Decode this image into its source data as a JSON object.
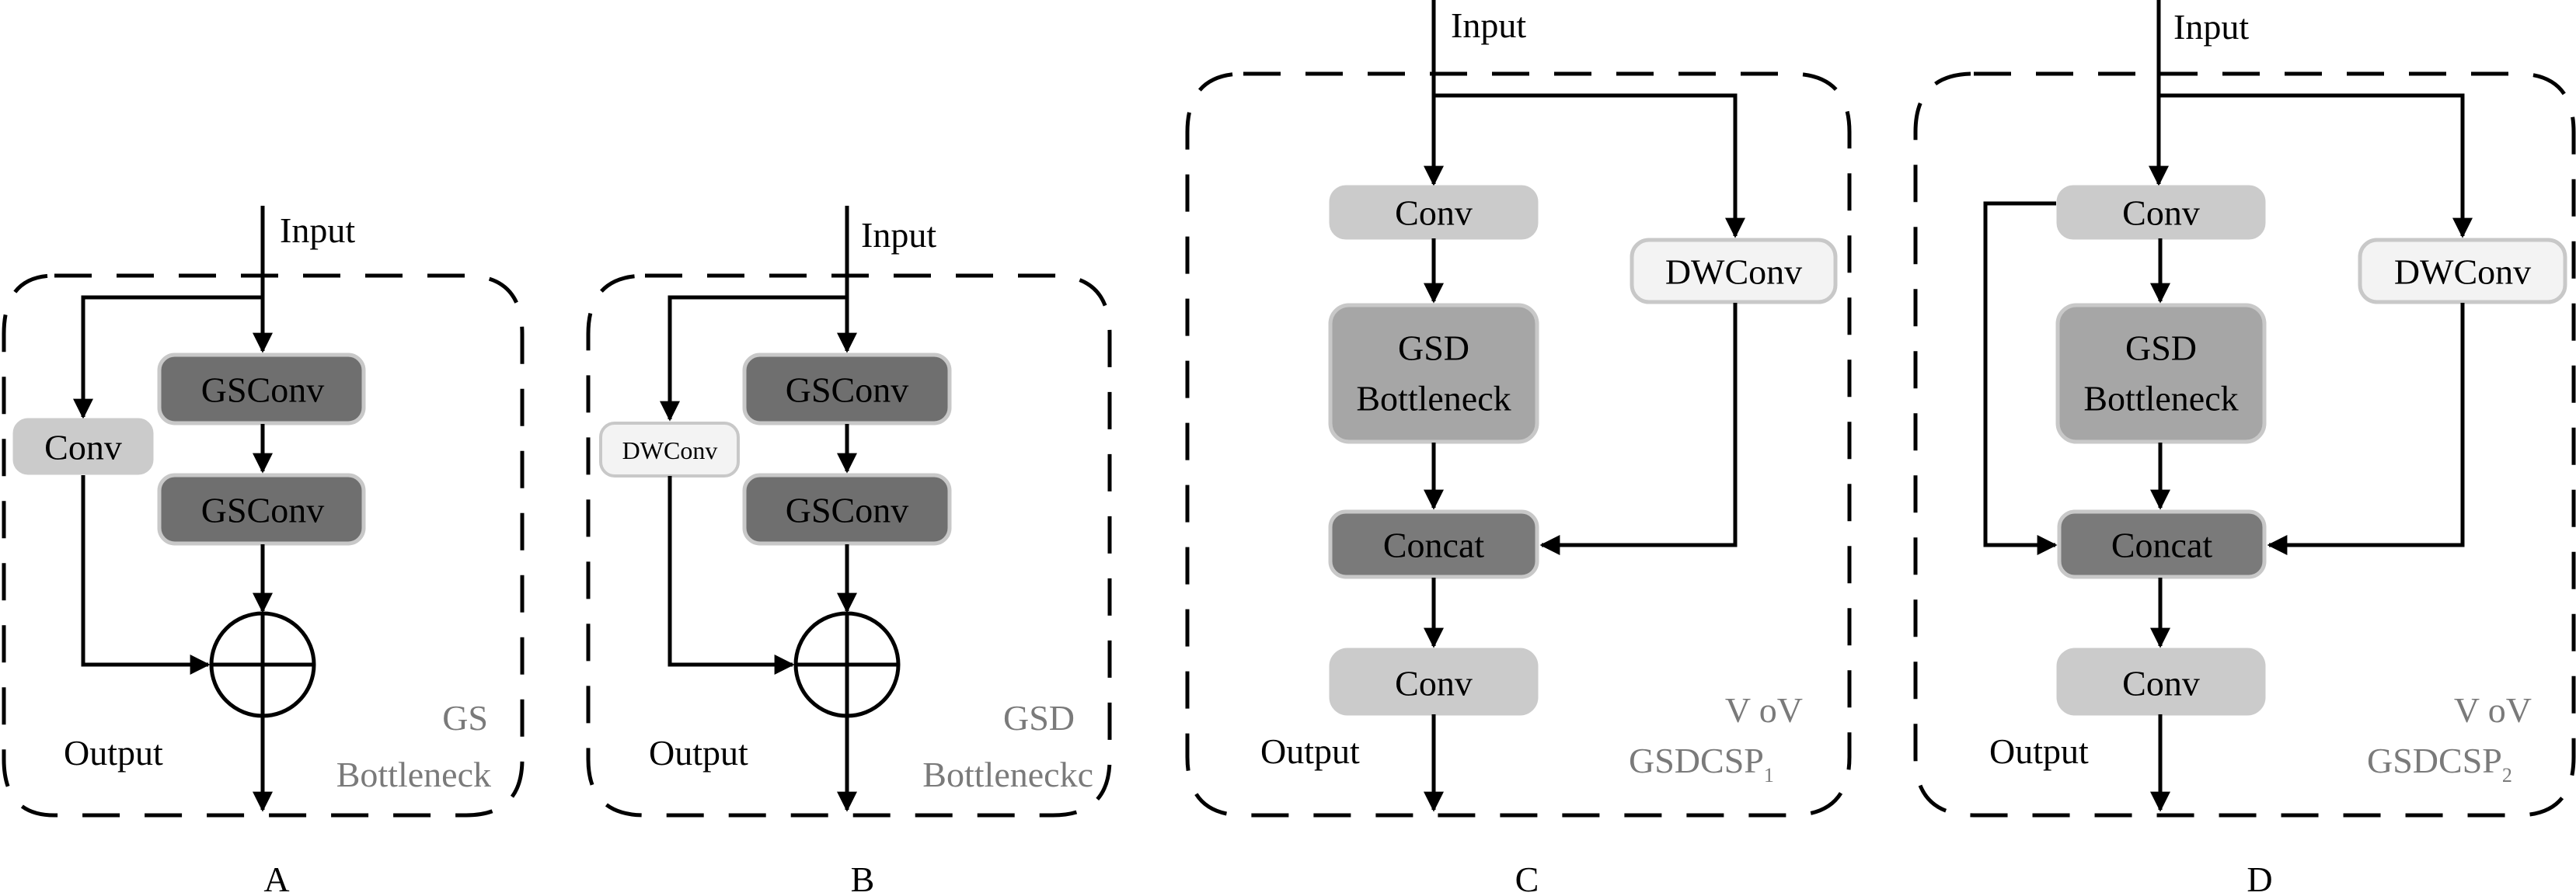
{
  "figure": {
    "panels": [
      {
        "id": "A",
        "caption": "A",
        "input_label": "Input",
        "output_label": "Output",
        "title_lines": [
          "GS",
          "Bottleneck"
        ],
        "nodes": {
          "shortcut": "Conv",
          "main1": "GSConv",
          "main2": "GSConv"
        },
        "merge": "add"
      },
      {
        "id": "B",
        "caption": "B",
        "input_label": "Input",
        "output_label": "Output",
        "title_lines": [
          "GSD",
          "Bottleneckc"
        ],
        "nodes": {
          "shortcut": "DWConv",
          "main1": "GSConv",
          "main2": "GSConv"
        },
        "merge": "add"
      },
      {
        "id": "C",
        "caption": "C",
        "input_label": "Input",
        "output_label": "Output",
        "title_line1": "V oV",
        "title_line2_main": "GSDCSP",
        "title_line2_sub": "1",
        "nodes": {
          "conv_in": "Conv",
          "bottleneck_line1": "GSD",
          "bottleneck_line2": "Bottleneck",
          "concat": "Concat",
          "conv_out": "Conv",
          "side": "DWConv"
        }
      },
      {
        "id": "D",
        "caption": "D",
        "input_label": "Input",
        "output_label": "Output",
        "title_line1": "V oV",
        "title_line2_main": "GSDCSP",
        "title_line2_sub": "2",
        "nodes": {
          "conv_in": "Conv",
          "bottleneck_line1": "GSD",
          "bottleneck_line2": "Bottleneck",
          "concat": "Concat",
          "conv_out": "Conv",
          "side": "DWConv"
        }
      }
    ],
    "colors": {
      "conv_fill": "#cbcbcb",
      "gsconv_fill": "#6f6f6f",
      "bottleneck_fill": "#a6a6a6",
      "concat_fill": "#7a7a7a",
      "dwconv_fill": "#f3f3f3",
      "node_border": "#c8c8c8",
      "title_gray": "#7a7a7a",
      "line": "#000000"
    }
  }
}
